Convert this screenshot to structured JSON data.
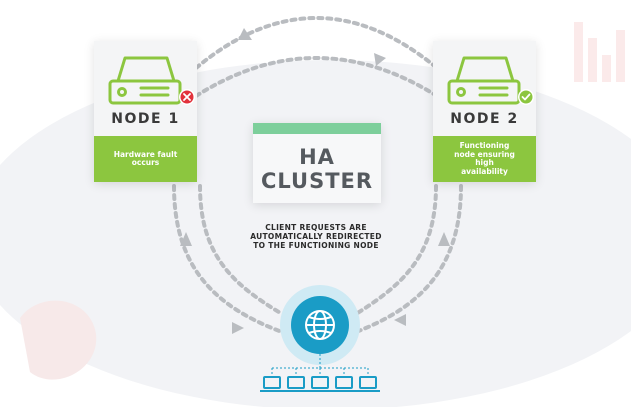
{
  "colors": {
    "accent_green": "#8cc63f",
    "cluster_bar": "#7dcf9b",
    "network_blue": "#1a9cc6",
    "error_red": "#e2323c",
    "arrow_gray": "#b9bcc0"
  },
  "nodes": [
    {
      "title": "NODE 1",
      "description": "Hardware fault occurs",
      "status_icon": "error-x-icon"
    },
    {
      "title": "NODE 2",
      "description": "Functioning node ensuring high availability",
      "status_icon": "check-icon"
    }
  ],
  "cluster": {
    "title": "HA\nCLUSTER"
  },
  "note": "CLIENT REQUESTS ARE\nAUTOMATICALLY REDIRECTED\nTO THE FUNCTIONING NODE",
  "network": {
    "center_icon": "globe-icon",
    "client_count": 5,
    "client_icon": "laptop-icon"
  }
}
